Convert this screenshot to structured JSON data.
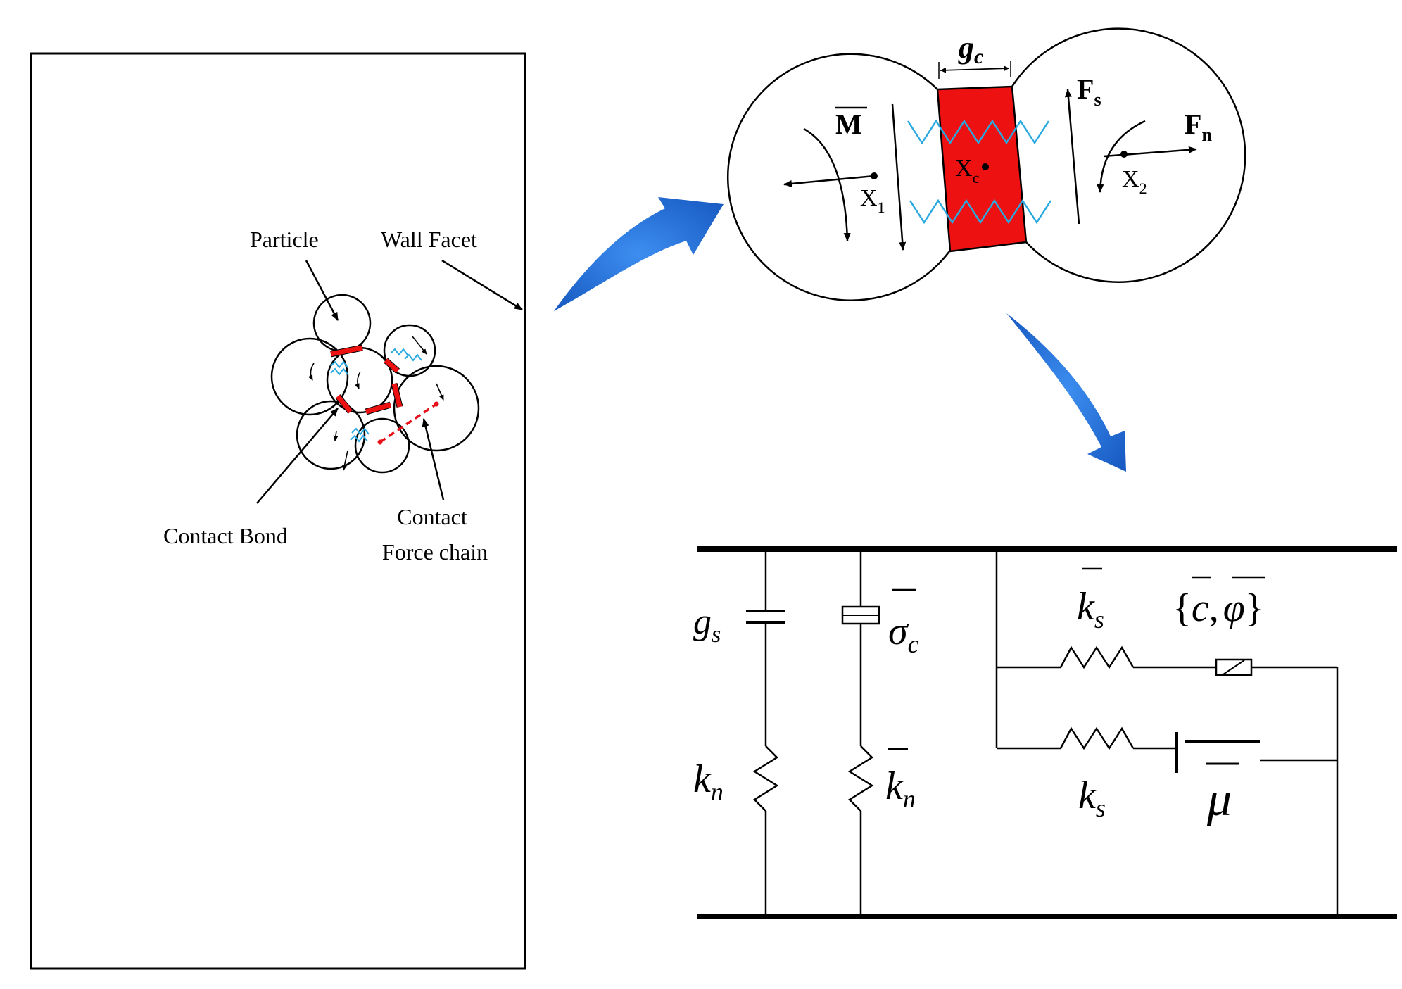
{
  "left_panel": {
    "particle_label": "Particle",
    "wall_label": "Wall Facet",
    "bond_label": "Contact Bond",
    "chain_label_1": "Contact",
    "chain_label_2": "Force chain"
  },
  "contact_detail": {
    "gap": "g",
    "gap_sub": "c",
    "moment": "M",
    "shear_force": "F",
    "shear_sub": "s",
    "normal_force": "F",
    "normal_sub": "n",
    "x1": "X",
    "x1_sub": "1",
    "xc": "X",
    "xc_sub": "c",
    "x2": "X",
    "x2_sub": "2"
  },
  "rheology": {
    "gs": "g",
    "gs_sub": "s",
    "sigma": "σ",
    "sigma_sub": "c",
    "kn": "k",
    "kn_sub": "n",
    "kn_bar": "k",
    "kn_bar_sub": "n",
    "ks_bar": "k",
    "ks_bar_sub": "s",
    "ks": "k",
    "ks_sub": "s",
    "cphi_c": "c",
    "cphi_phi": "φ",
    "mu": "μ"
  },
  "colors": {
    "bond_red": "#ee1111",
    "spring_cyan": "#29a9e0",
    "arrow_blue": "#1f6ed4",
    "chain_red": "#e8101a"
  }
}
